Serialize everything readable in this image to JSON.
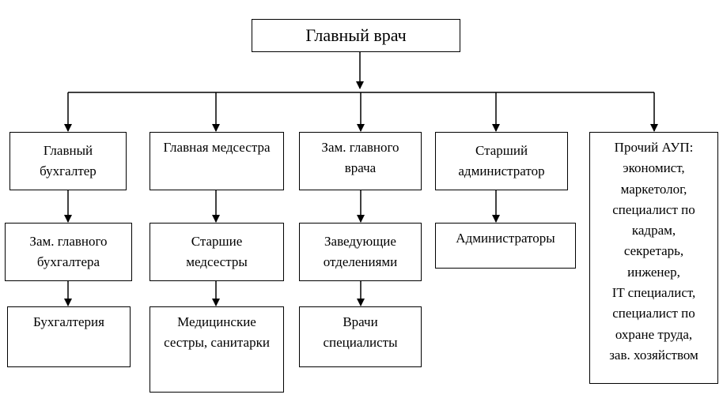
{
  "root": {
    "label": "Главный врач"
  },
  "columns": [
    {
      "level1": "Главный\nбухгалтер",
      "level2": "Зам. главного\nбухгалтера",
      "level3": "Бухгалтерия"
    },
    {
      "level1": "Главная медсестра",
      "level2": "Старшие\nмедсестры",
      "level3": "Медицинские\nсестры, санитарки"
    },
    {
      "level1": "Зам. главного\nврача",
      "level2": "Заведующие\nотделениями",
      "level3": "Врачи\nспециалисты"
    },
    {
      "level1": "Старший\nадминистратор",
      "level2": "Администраторы"
    },
    {
      "level1": "Прочий АУП:\nэкономист,\nмаркетолог,\nспециалист по\nкадрам,\nсекретарь,\nинженер,\nIT специалист,\nспециалист по\nохране труда,\nзав. хозяйством"
    }
  ]
}
